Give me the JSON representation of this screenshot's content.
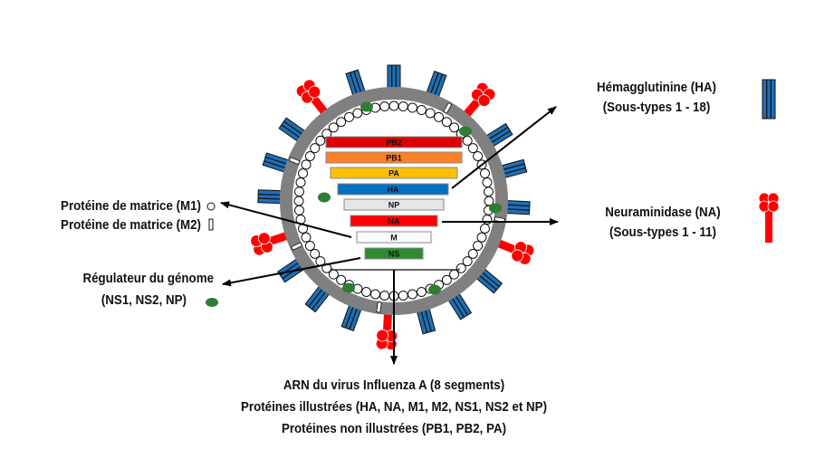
{
  "diagram": {
    "title": "Influenza A virus structure",
    "colors": {
      "envelope": "#808080",
      "hemagglutinin": "#1f6fb5",
      "neuraminidase": "#ff0000",
      "genome_regulator": "#2e7d32",
      "matrix_m1": "#ffffff"
    },
    "segments": [
      {
        "name": "PB2",
        "color": "#dd0000"
      },
      {
        "name": "PB1",
        "color": "#ff7f27"
      },
      {
        "name": "PA",
        "color": "#ffc000"
      },
      {
        "name": "HA",
        "color": "#0070c0"
      },
      {
        "name": "NP",
        "color": "#e6e6e6"
      },
      {
        "name": "NA",
        "color": "#ff0000"
      },
      {
        "name": "M",
        "color": "#ffffff"
      },
      {
        "name": "NS",
        "color": "#2e8b2e"
      }
    ],
    "legend": {
      "ha": {
        "line1": "Hémagglutinine (HA)",
        "line2": "(Sous-types 1 - 18)",
        "icon": "hemagglutinin-icon"
      },
      "na": {
        "line1": "Neuraminidase (NA)",
        "line2": "(Sous-types 1 - 11)",
        "icon": "neuraminidase-icon"
      },
      "m1": {
        "label": "Protéine de matrice (M1)",
        "icon": "matrix-m1-icon"
      },
      "m2": {
        "label": "Protéine de matrice (M2)",
        "icon": "matrix-m2-icon"
      },
      "regulator": {
        "line1": "Régulateur du génome",
        "line2": "(NS1, NS2, NP)",
        "icon": "genome-regulator-icon"
      }
    },
    "caption": {
      "line1": "ARN du virus Influenza A (8 segments)",
      "line2": "Protéines illustrées (HA, NA, M1, M2, NS1, NS2 et NP)",
      "line3": "Protéines non illustrées (PB1, PB2, PA)"
    }
  }
}
